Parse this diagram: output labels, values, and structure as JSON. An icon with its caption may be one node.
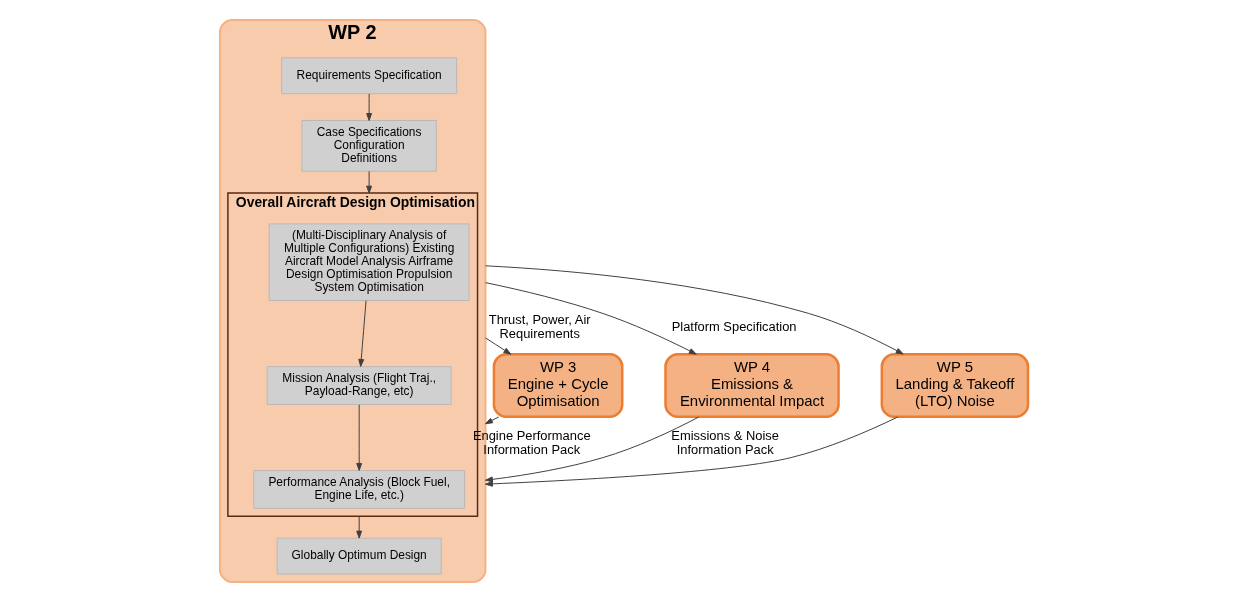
{
  "diagram": {
    "nodes": [
      {
        "text": [
          "WP 2"
        ]
      },
      {
        "text": [
          "Requirements Specification"
        ],
        "in": 0
      },
      {
        "text": [
          "Case Specifications Configuration Definitions"
        ],
        "in": 0
      },
      {
        "text": [
          "Overall Aircraft Design Optimisation"
        ],
        "in": 0
      },
      {
        "text": [
          "(Multi-Disciplinary Analysis of Multiple Configurations) Existing Aircraft Model Analysis Airframe Design Optimisation Propulsion System Optimisation"
        ],
        "in": 3
      },
      {
        "text": [
          "Mission Analysis (Flight Traj., Payload-Range, etc)"
        ],
        "in": 3
      },
      {
        "text": [
          "Performance Analysis (Block Fuel, Engine Life, etc.)"
        ],
        "in": 3
      },
      {
        "text": [
          "Globally Optimum Design"
        ],
        "in": 0
      },
      {
        "text": [
          "WP 3",
          "Engine + Cycle Optimisation"
        ]
      },
      {
        "text": [
          "WP 4",
          "Emissions & Environmental Impact"
        ]
      },
      {
        "text": [
          "WP 5",
          "Landing & Takeoff (LTO) Noise"
        ]
      }
    ],
    "edges": [
      {
        "from": 1,
        "to": 2,
        "arrow": "to"
      },
      {
        "from": 2,
        "to": 3,
        "arrow": "to"
      },
      {
        "from": 4,
        "to": 5,
        "arrow": "to"
      },
      {
        "from": 5,
        "to": 6,
        "arrow": "to"
      },
      {
        "from": 3,
        "to": 7,
        "arrow": "to"
      },
      {
        "from": 0,
        "to": 8,
        "arrow": "to",
        "label": "Thrust, Power, Air Requirements"
      },
      {
        "from": 0,
        "to": 9,
        "arrow": "to",
        "label": "Platform Specification"
      },
      {
        "from": 0,
        "to": 10,
        "arrow": "to"
      },
      {
        "from": 8,
        "to": 0,
        "arrow": "to",
        "label": "Engine Performance Information Pack"
      },
      {
        "from": 9,
        "to": 0,
        "arrow": "to",
        "label": "Emissions & Noise Information Pack"
      },
      {
        "from": 10,
        "to": 0,
        "arrow": "to"
      }
    ]
  }
}
